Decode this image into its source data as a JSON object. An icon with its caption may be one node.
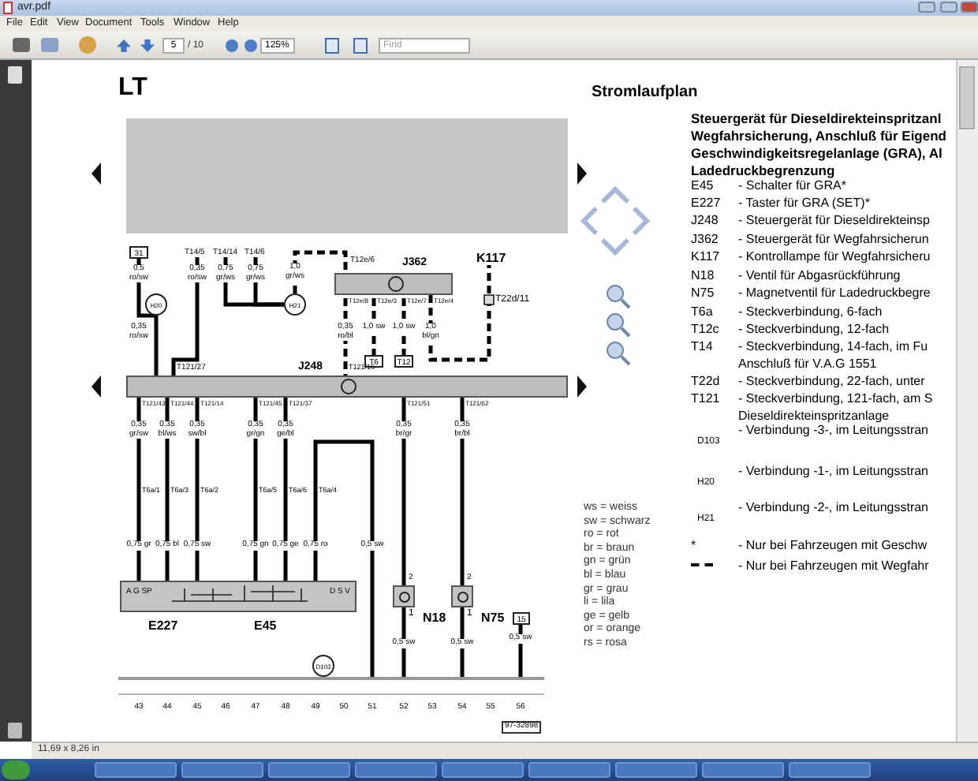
{
  "diagram": {
    "title": "Stromlaufplan",
    "nodes": [
      {
        "text": [
          "J362"
        ]
      },
      {
        "text": [
          "J248"
        ]
      },
      {
        "text": [
          "A G SP",
          "D S V"
        ],
        "beside": [
          "E227",
          "E45"
        ]
      },
      {
        "text": [
          "N18"
        ]
      },
      {
        "text": [
          "N75"
        ]
      },
      {
        "text": [
          "K117"
        ]
      },
      {
        "text": [
          "D103"
        ]
      },
      {
        "text": [
          "H20"
        ]
      },
      {
        "text": [
          "H21"
        ]
      },
      {
        "text": [],
        "shape": "bar"
      },
      {
        "text": [
          "15"
        ]
      },
      {
        "text": [
          "T6"
        ]
      },
      {
        "text": [
          "T12"
        ]
      },
      {
        "text": [
          "31"
        ]
      },
      {
        "text": [
          "T14/5"
        ]
      },
      {
        "text": [
          "T14/14"
        ]
      },
      {
        "text": [
          "T14/6"
        ]
      }
    ],
    "edges": [
      {
        "from": 1,
        "to": 2,
        "arrow": "none"
      },
      {
        "from": 1,
        "to": 2,
        "arrow": "none"
      },
      {
        "from": 1,
        "to": 2,
        "arrow": "none"
      },
      {
        "from": 1,
        "to": 2,
        "arrow": "none"
      },
      {
        "from": 1,
        "to": 2,
        "arrow": "none"
      },
      {
        "from": 2,
        "to": 9,
        "arrow": "none"
      },
      {
        "from": 1,
        "to": 3,
        "arrow": "none"
      },
      {
        "from": 1,
        "to": 4,
        "arrow": "none"
      },
      {
        "from": 3,
        "to": 9,
        "arrow": "none"
      },
      {
        "from": 4,
        "to": 9,
        "arrow": "none"
      },
      {
        "from": 10,
        "to": 9,
        "arrow": "none"
      },
      {
        "from": 0,
        "to": 1,
        "arrow": "none",
        "style": "dashed"
      },
      {
        "from": 0,
        "to": 5,
        "arrow": "none",
        "style": "dashed"
      },
      {
        "from": 7,
        "to": 1,
        "arrow": "none"
      },
      {
        "from": 8,
        "to": 0,
        "arrow": "none",
        "style": "dashed"
      },
      {
        "from": 0,
        "to": 11,
        "arrow": "none",
        "style": "dashed"
      },
      {
        "from": 0,
        "to": 12,
        "arrow": "none",
        "style": "dashed"
      },
      {
        "from": 13,
        "to": 7,
        "arrow": "none"
      },
      {
        "from": 14,
        "to": 1,
        "arrow": "none"
      },
      {
        "from": 15,
        "to": 8,
        "arrow": "none"
      },
      {
        "from": 16,
        "to": 8,
        "arrow": "none"
      }
    ],
    "labels": [
      "avr.pdf",
      "File",
      "Edit",
      "View",
      "Document",
      "Tools",
      "Window",
      "Help",
      "5",
      "/ 10",
      "125%",
      "Find",
      "LT",
      "Steuergerät für Dieseldirekteinspritzanl Wegfahrsicherung, Anschluß für Eigend Geschwindigkeitsregelanlage (GRA), Al Ladedruckbegrenzung",
      "E45",
      "- Schalter für GRA*",
      "E227",
      "- Taster für GRA (SET)*",
      "J248",
      "- Steuergerät für Dieseldirekteinsp",
      "J362",
      "- Steuergerät für Wegfahrsicherun",
      "K117",
      "- Kontrollampe für Wegfahrsicheru",
      "N18",
      "- Ventil für Abgasrückführung",
      "N75",
      "- Magnetventil für Ladedruckbegre",
      "T6a",
      "- Steckverbindung, 6-fach",
      "T12c",
      "- Steckverbindung, 12-fach",
      "T14",
      "- Steckverbindung, 14-fach, im Fu Anschluß für V.A.G 1551",
      "T22d",
      "- Steckverbindung, 22-fach, unter",
      "T121",
      "- Steckverbindung, 121-fach, am S Dieseldirekteinspritzanlage",
      "D103",
      "- Verbindung -3-, im Leitungsstran",
      "H20",
      "- Verbindung -1-, im Leitungsstran",
      "H21",
      "- Verbindung -2-, im Leitungsstran",
      "*",
      "- Nur bei Fahrzeugen mit Geschw",
      "ws = weiss",
      "sw = schwarz",
      "ro = rot",
      "br = braun",
      "gn = grün",
      "bl = blau",
      "gr = grau",
      "li = lila",
      "ge = gelb",
      "or = orange",
      "rs = rosa",
      "0,5 ro/sw",
      "0,35 ro/sw",
      "0,75 gr/ws",
      "0,75 gr/ws",
      "1,0 gr/ws",
      "0,35 ro/sw",
      "T121/27",
      "T12e/6",
      "T12e/8",
      "T12e/3",
      "T12e/7",
      "T12e/4",
      "0,35 ro/bl",
      "1,0 sw",
      "1,0 sw",
      "1,0 bl/gn",
      "T22d/11",
      "T121/16",
      "T121/43",
      "T121/44",
      "T121/14",
      "T121/45",
      "T121/37",
      "T121/51",
      "T121/62",
      "0,35 gr/sw",
      "0,35 bl/ws",
      "0,35 sw/bl",
      "0,35 gr/gn",
      "0,35 ge/bl",
      "0,35 br/gr",
      "0,35 br/bl",
      "T6a/1",
      "T6a/3",
      "T6a/2",
      "T6a/5",
      "T6a/6",
      "T6a/4",
      "0,75 gr",
      "0,75 bl",
      "0,75 sw",
      "0,75 gn",
      "0,75 ge",
      "0,75 ro",
      "0,5 sw",
      "2",
      "1",
      "0,5 sw",
      "2",
      "1",
      "0,5 sw",
      "0,5 sw",
      "43",
      "44",
      "45",
      "46",
      "47",
      "48",
      "49",
      "50",
      "51",
      "52",
      "53",
      "54",
      "55",
      "56",
      "97-32898",
      "11,69 x 8,26 in"
    ],
    "legend": [
      {
        "text": "- Nur bei Fahrzeugen mit Wegfahr"
      }
    ]
  }
}
